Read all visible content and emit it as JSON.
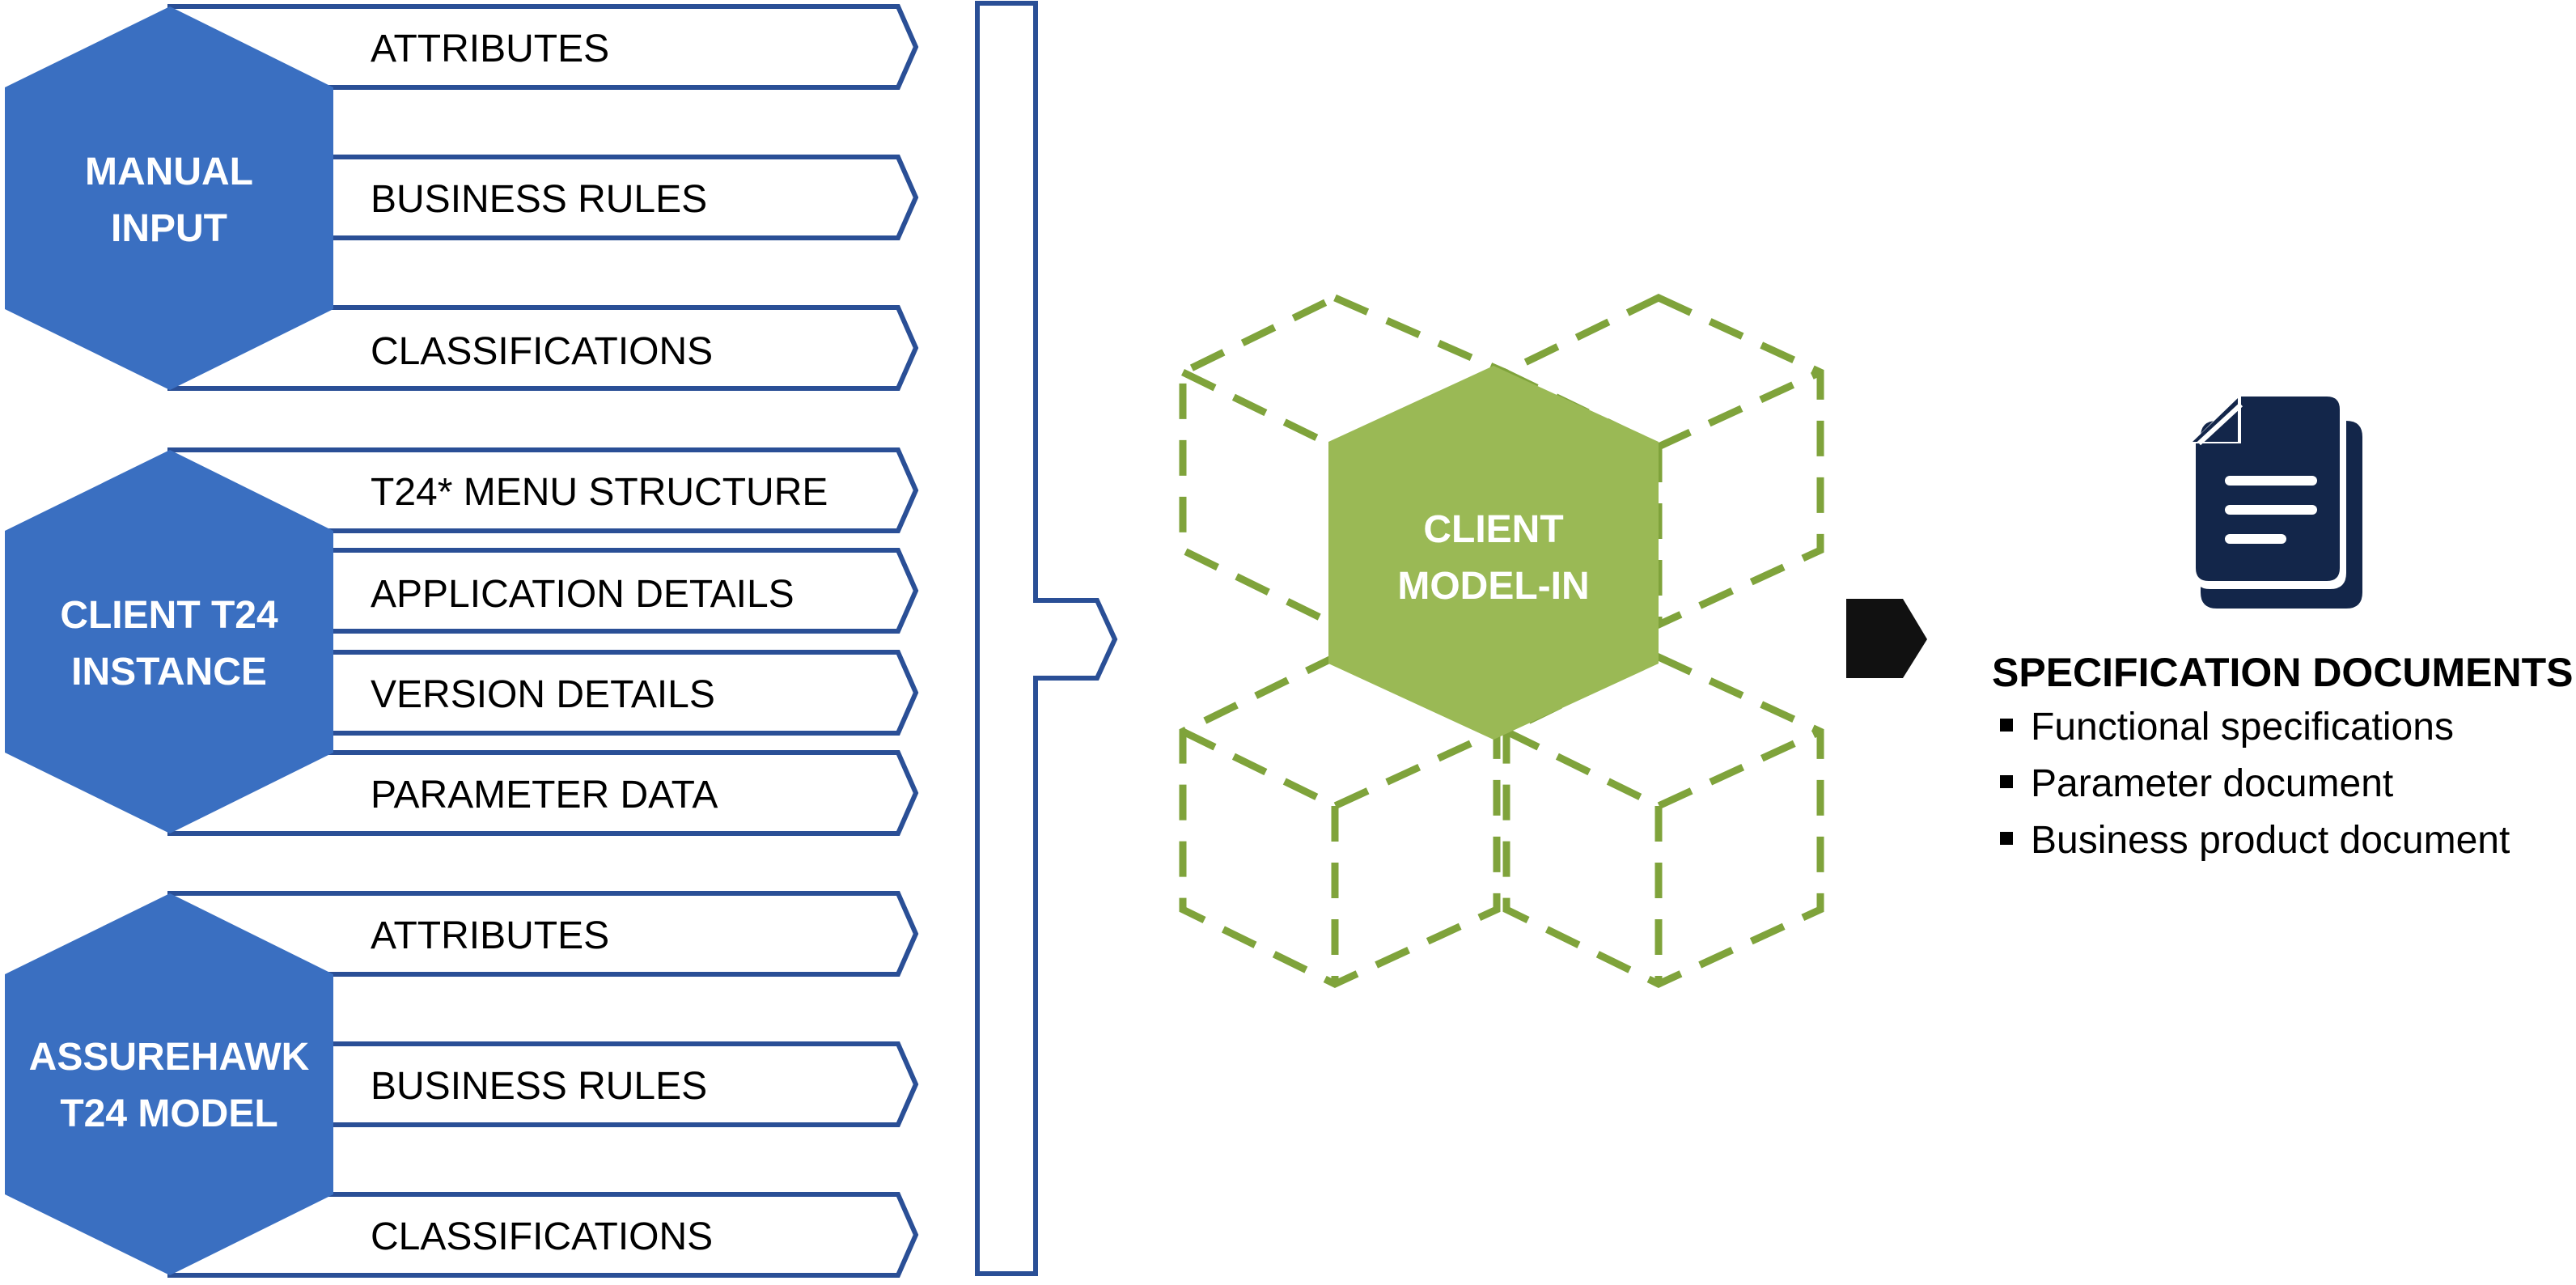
{
  "colors": {
    "blue": "#3a6fc1",
    "dark_blue": "#2a4f96",
    "green": "#9ab955",
    "green_dash": "#7fa33b",
    "navy": "#13264a",
    "black": "#111111"
  },
  "sources": [
    {
      "title_lines": [
        "MANUAL",
        "INPUT"
      ],
      "items": [
        "ATTRIBUTES",
        "BUSINESS RULES",
        "CLASSIFICATIONS"
      ]
    },
    {
      "title_lines": [
        "CLIENT T24",
        "INSTANCE"
      ],
      "items": [
        "T24* MENU STRUCTURE",
        "APPLICATION DETAILS",
        "VERSION DETAILS",
        "PARAMETER DATA"
      ]
    },
    {
      "title_lines": [
        "ASSUREHAWK",
        "T24 MODEL"
      ],
      "items": [
        "ATTRIBUTES",
        "BUSINESS RULES",
        "CLASSIFICATIONS"
      ]
    }
  ],
  "center": {
    "title_lines": [
      "CLIENT",
      "MODEL-IN"
    ]
  },
  "output": {
    "icon": "document-icon",
    "title": "SPECIFICATION DOCUMENTS",
    "items": [
      "Functional specifications",
      "Parameter document",
      "Business product document"
    ]
  }
}
